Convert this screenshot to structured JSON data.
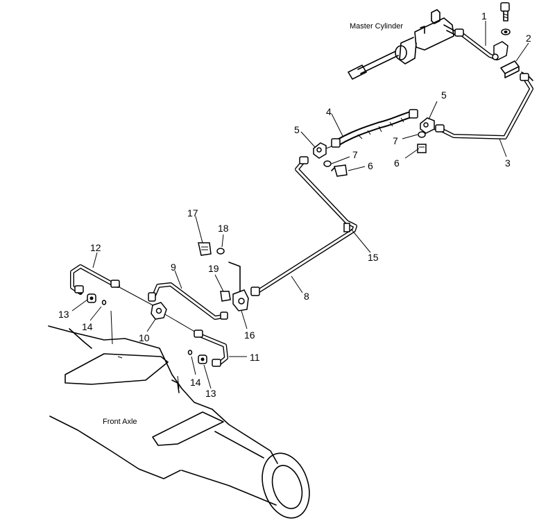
{
  "labels": {
    "master_cylinder": "Master Cylinder",
    "front_axle": "Front Axle"
  },
  "callouts": {
    "c1": "1",
    "c2": "2",
    "c3": "3",
    "c4": "4",
    "c5a": "5",
    "c5b": "5",
    "c6a": "6",
    "c6b": "6",
    "c7a": "7",
    "c7b": "7",
    "c8": "8",
    "c9": "9",
    "c10": "10",
    "c11": "11",
    "c12": "12",
    "c13a": "13",
    "c13b": "13",
    "c14a": "14",
    "c14b": "14",
    "c15": "15",
    "c16": "16",
    "c17": "17",
    "c18": "18",
    "c19": "19"
  }
}
